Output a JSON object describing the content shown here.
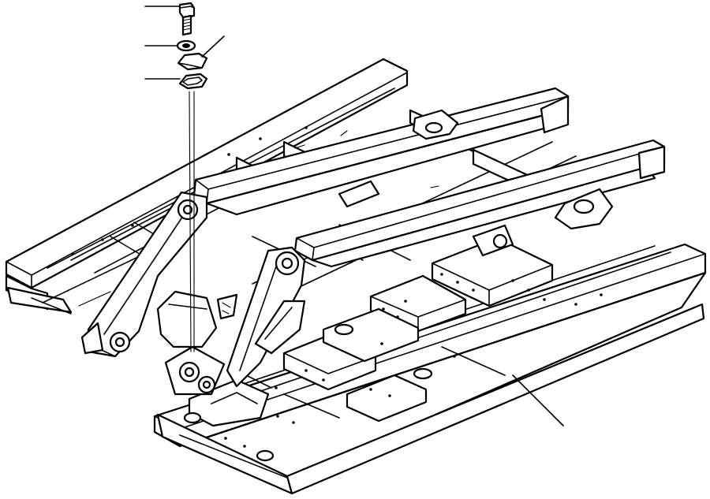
{
  "diagram": {
    "kind": "exploded-parts-drawing",
    "subject": "revolving frame",
    "callouts": [
      {
        "name": "bolt",
        "text": ""
      },
      {
        "name": "washer",
        "text": ""
      },
      {
        "name": "cover-plate",
        "text": ""
      },
      {
        "name": "shim",
        "text": ""
      },
      {
        "name": "frame",
        "text": ""
      }
    ],
    "colors": {
      "line": "#000000",
      "background": "#ffffff"
    }
  }
}
